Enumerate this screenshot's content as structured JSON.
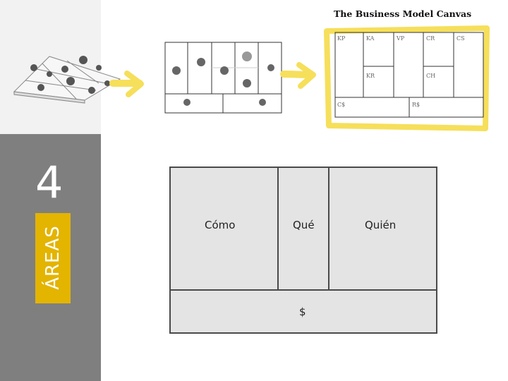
{
  "sidebar": {
    "number": "4",
    "vertical_label": "ÁREAS"
  },
  "canvas": {
    "title": "The Business Model Canvas",
    "cells": {
      "kp": "KP",
      "ka": "KA",
      "vp": "VP",
      "cr": "CR",
      "cs": "CS",
      "kr": "KR",
      "ch": "CH",
      "c": "C$",
      "rs": "R$"
    }
  },
  "simple_model": {
    "how": "Cómo",
    "what": "Qué",
    "who": "Quién",
    "money": "$"
  },
  "colors": {
    "accent": "#e3b400",
    "highlight": "#f6df5a",
    "sidebar": "#7f7f7f",
    "box_fill": "#e4e4e4"
  }
}
